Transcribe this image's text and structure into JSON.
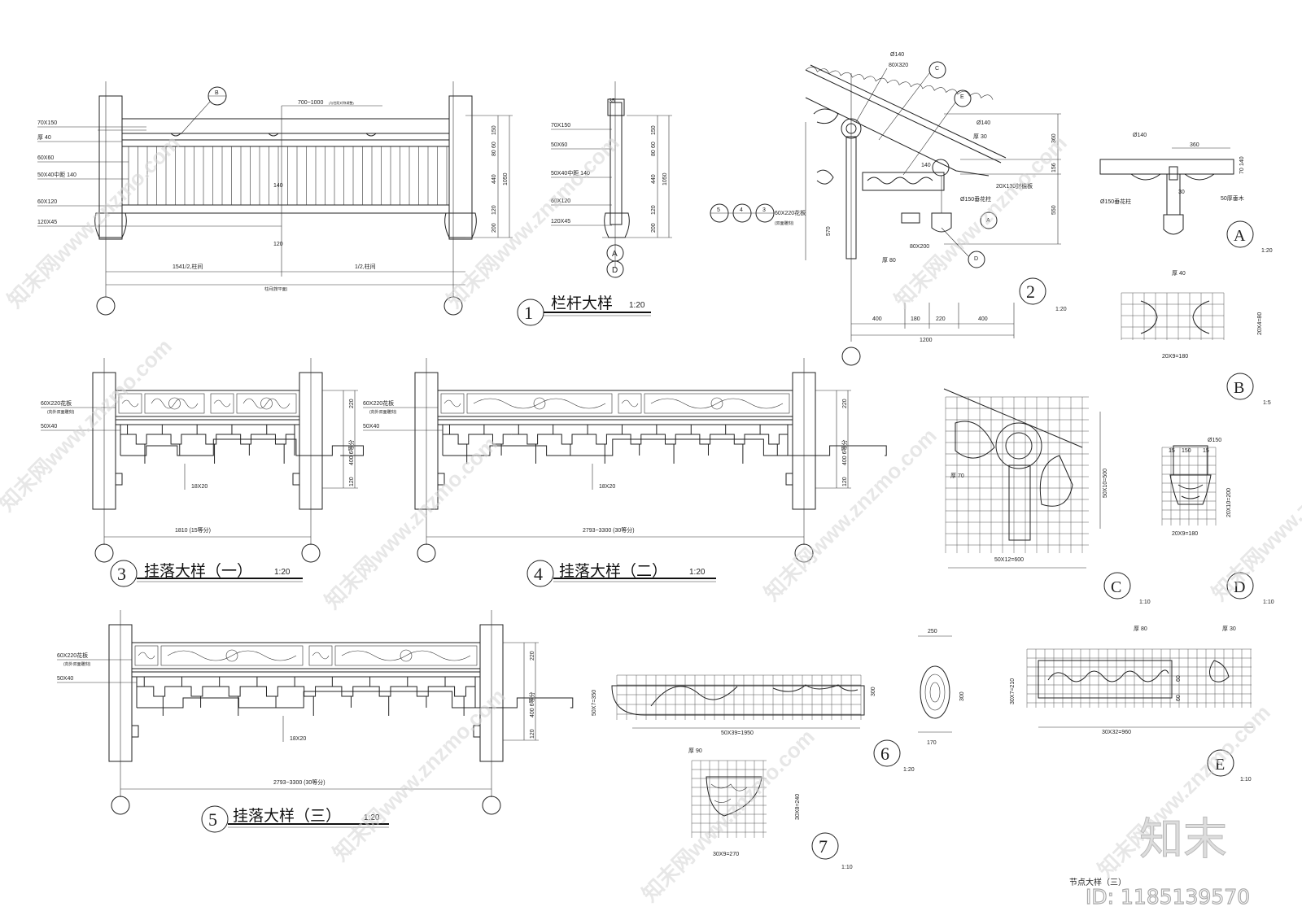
{
  "details": {
    "d1": {
      "num": "1",
      "title": "栏杆大样",
      "scale": "1:20",
      "labels": [
        "70X150",
        "厚 40",
        "60X60",
        "50X40中距  140",
        "60X120",
        "120X45"
      ],
      "dims": {
        "top_span": "700~1000",
        "top_note": "(与柱距对称调整)",
        "w140": "140",
        "w120": "120",
        "left_half": "1541/2,柱间",
        "right_half": "1/2,柱间",
        "bottom_total": "柱间(按平面)",
        "v150": "150",
        "v60": "60",
        "v80": "80",
        "v440": "440",
        "v120": "120",
        "v200": "200",
        "v1050": "1050"
      },
      "callout_b": "B"
    },
    "d1s": {
      "labels": [
        "70X150",
        "50X60",
        "50X40中距  140",
        "60X120",
        "120X45"
      ],
      "dims": {
        "top": "35",
        "v150": "150",
        "v60": "60",
        "v80": "80",
        "v440": "440",
        "v120": "120",
        "v200": "200",
        "v1050": "1050"
      },
      "axis_a": "A",
      "axis_d": "D"
    },
    "d2": {
      "num": "2",
      "scale": "1:20",
      "labels": [
        "Ø140",
        "80X320",
        "Ø140",
        "厚 30",
        "140",
        "20X130封檐板",
        "Ø150垂花柱",
        "60X220花板",
        "(双面雕刻)",
        "570",
        "80X200",
        "厚 80"
      ],
      "dims": {
        "d400a": "400",
        "d180": "180",
        "d220": "220",
        "d400b": "400",
        "total": "1200",
        "v360": "360",
        "v156": "156",
        "v550": "550"
      },
      "callouts": {
        "c": "C",
        "e": "E",
        "a": "A",
        "d": "D"
      },
      "refs": [
        "5",
        "4",
        "3"
      ]
    },
    "dA": {
      "letter": "A",
      "scale": "1:20",
      "labels": [
        "Ø140",
        "360",
        "Ø150垂花柱",
        "30",
        "50厚垂木",
        "70",
        "140"
      ]
    },
    "dB": {
      "letter": "B",
      "scale": "1:5",
      "labels": [
        "厚 40",
        "20X9=180",
        "20X4=80"
      ]
    },
    "dC": {
      "letter": "C",
      "scale": "1:10",
      "labels": [
        "厚 70",
        "50X12=600",
        "50X10=500"
      ]
    },
    "dD": {
      "letter": "D",
      "scale": "1:10",
      "labels": [
        "Ø150",
        "150",
        "20X9=180",
        "20X10=200",
        "15",
        "15"
      ]
    },
    "d3": {
      "num": "3",
      "title": "挂落大样（一）",
      "scale": "1:20",
      "labels": [
        "60X220花板",
        "(向外双面雕刻)",
        "50X40",
        "18X20"
      ],
      "dims": {
        "total": "1810 (15等分)",
        "v220": "220",
        "v400": "400 6等分",
        "v120": "120"
      }
    },
    "d4": {
      "num": "4",
      "title": "挂落大样（二）",
      "scale": "1:20",
      "labels": [
        "60X220花板",
        "(向外双面雕刻)",
        "50X40",
        "18X20"
      ],
      "dims": {
        "total": "2793~3300 (30等分)",
        "v220": "220",
        "v400": "400 6等分",
        "v120": "120"
      }
    },
    "d5": {
      "num": "5",
      "title": "挂落大样（三）",
      "scale": "1:20",
      "labels": [
        "60X220花板",
        "(向外双面雕刻)",
        "50X40",
        "18X20"
      ],
      "dims": {
        "total": "2793~3300 (30等分)",
        "v220": "220",
        "v400": "400 6等分",
        "v120": "120"
      }
    },
    "d6": {
      "num": "6",
      "scale": "1:20",
      "labels": [
        "50X7=350",
        "50X39=1950",
        "300",
        "250",
        "170"
      ]
    },
    "d7": {
      "num": "7",
      "scale": "1:10",
      "labels": [
        "厚 90",
        "30X9=270",
        "30X8=240"
      ]
    },
    "dE": {
      "letter": "E",
      "scale": "1:10",
      "labels": [
        "厚 80",
        "厚 30",
        "30X7=210",
        "30X32=960",
        "60",
        "60"
      ]
    }
  },
  "footer": {
    "sheet_title": "节点大样（三）",
    "logo": "知末",
    "id": "ID: 1185139570"
  },
  "watermark": "知末网www.znzmo.com"
}
